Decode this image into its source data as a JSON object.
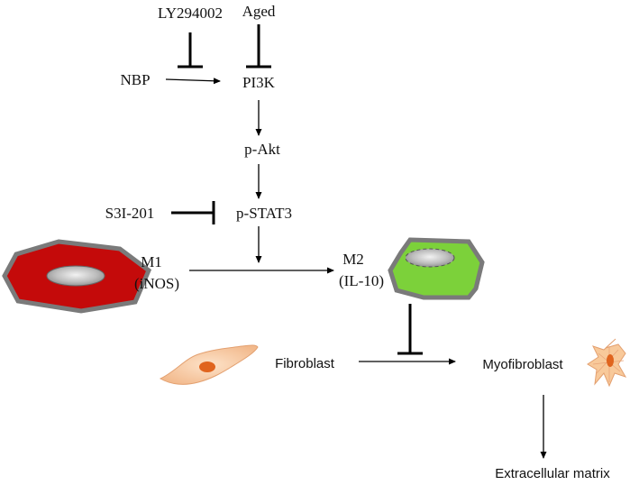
{
  "nodes": {
    "ly294002": "LY294002",
    "aged": "Aged",
    "nbp": "NBP",
    "pi3k": "PI3K",
    "p_akt": "p-Akt",
    "s3i_201": "S3I-201",
    "p_stat3": "p-STAT3",
    "m1_name": "M1",
    "m1_marker": "(iNOS)",
    "m2_name": "M2",
    "m2_marker": "(IL-10)",
    "fibroblast": "Fibroblast",
    "myofibroblast": "Myofibroblast",
    "ecm": "Extracellular matrix"
  },
  "colors": {
    "m1_fill": "#c40a0a",
    "m2_fill": "#7cd13a",
    "cell_outline": "#7a7a7a",
    "fibroblast_fill": "#f7c8a0",
    "nucleus_fill": "#e0641e",
    "line": "#000000"
  }
}
